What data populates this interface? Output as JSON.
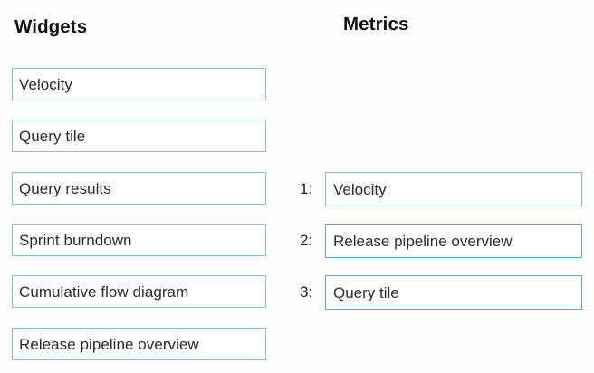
{
  "columns": {
    "widgets": {
      "heading": "Widgets",
      "items": [
        {
          "label": "Velocity"
        },
        {
          "label": "Query tile"
        },
        {
          "label": "Query results"
        },
        {
          "label": "Sprint burndown"
        },
        {
          "label": "Cumulative flow diagram"
        },
        {
          "label": "Release pipeline overview"
        }
      ]
    },
    "metrics": {
      "heading": "Metrics",
      "slots": [
        {
          "number": "1:",
          "label": "Velocity"
        },
        {
          "number": "2:",
          "label": "Release pipeline overview"
        },
        {
          "number": "3:",
          "label": "Query tile"
        }
      ]
    }
  },
  "colors": {
    "box_border": "#86c0d6",
    "box_border_emphasis": "#5aa8c6",
    "text": "#2b2b2b",
    "heading_text": "#111111",
    "background": "#fefefe"
  }
}
